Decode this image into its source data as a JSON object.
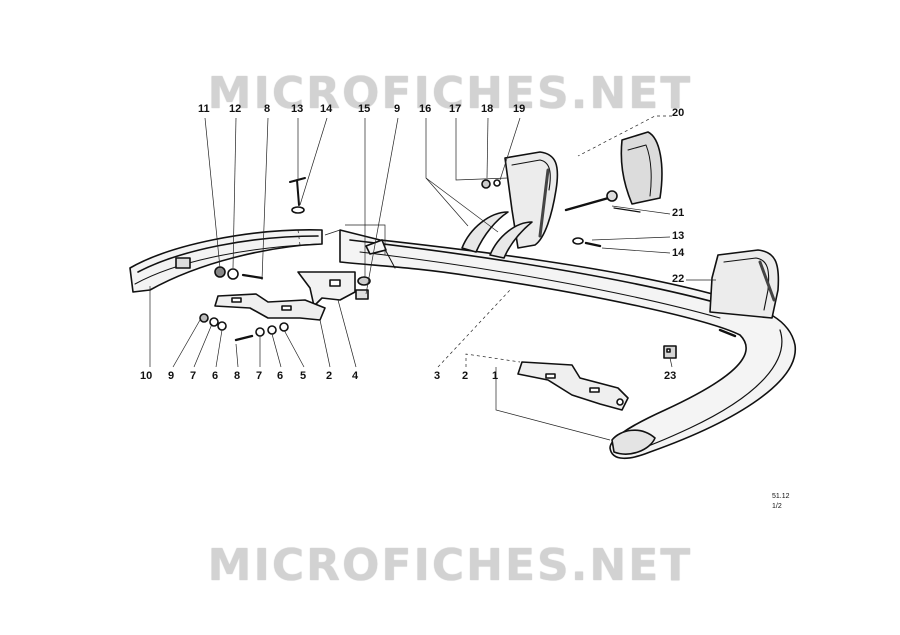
{
  "watermark": {
    "text_top": "MICROFICHES.NET",
    "text_bottom": "MICROFICHES.NET"
  },
  "sheet": {
    "code": "51.12",
    "page": "1/2"
  },
  "callouts": [
    {
      "id": "c11a",
      "label": "11"
    },
    {
      "id": "c12a",
      "label": "12"
    },
    {
      "id": "c8a",
      "label": "8"
    },
    {
      "id": "c13a",
      "label": "13"
    },
    {
      "id": "c14a",
      "label": "14"
    },
    {
      "id": "c15",
      "label": "15"
    },
    {
      "id": "c9a",
      "label": "9"
    },
    {
      "id": "c16",
      "label": "16"
    },
    {
      "id": "c17",
      "label": "17"
    },
    {
      "id": "c18",
      "label": "18"
    },
    {
      "id": "c19",
      "label": "19"
    },
    {
      "id": "c20",
      "label": "20"
    },
    {
      "id": "c21",
      "label": "21"
    },
    {
      "id": "c13b",
      "label": "13"
    },
    {
      "id": "c14b",
      "label": "14"
    },
    {
      "id": "c22",
      "label": "22"
    },
    {
      "id": "c10",
      "label": "10"
    },
    {
      "id": "c9b",
      "label": "9"
    },
    {
      "id": "c7a",
      "label": "7"
    },
    {
      "id": "c6a",
      "label": "6"
    },
    {
      "id": "c8b",
      "label": "8"
    },
    {
      "id": "c7b",
      "label": "7"
    },
    {
      "id": "c6b",
      "label": "6"
    },
    {
      "id": "c5",
      "label": "5"
    },
    {
      "id": "c2a",
      "label": "2"
    },
    {
      "id": "c4",
      "label": "4"
    },
    {
      "id": "c3",
      "label": "3"
    },
    {
      "id": "c2b",
      "label": "2"
    },
    {
      "id": "c1",
      "label": "1"
    },
    {
      "id": "c23",
      "label": "23"
    }
  ]
}
